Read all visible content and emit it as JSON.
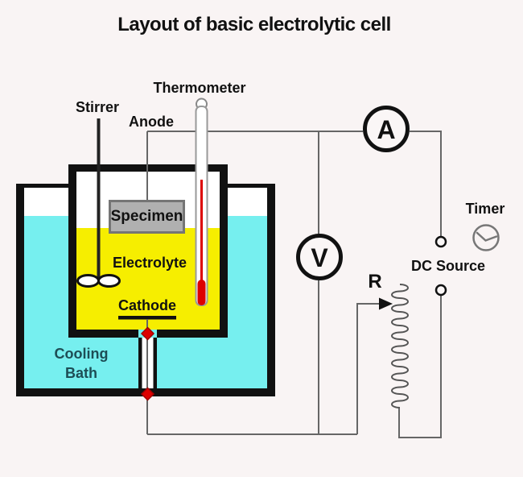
{
  "title": "Layout of basic electrolytic cell",
  "diagram": {
    "thermometer_label": "Thermometer",
    "stirrer_label": "Stirrer",
    "anode_label": "Anode",
    "specimen_label": "Specimen",
    "electrolyte_label": "Electrolyte",
    "cathode_label": "Cathode",
    "cooling_bath_label_line1": "Cooling",
    "cooling_bath_label_line2": "Bath",
    "timer_label": "Timer",
    "dc_source_label": "DC Source",
    "resistor_label": "R",
    "ammeter_label": "A",
    "voltmeter_label": "V"
  },
  "colors": {
    "background": "#f9f4f4",
    "electrolyte_yellow": "#f6ee00",
    "cooling_water_cyan": "#76efef",
    "thermometer_red": "#dd0000",
    "connector_red": "#dd0000",
    "specimen_gray": "#b0b0b0",
    "cooling_text_teal": "#1d4d55",
    "wire_gray": "#666666",
    "vessel_black": "#111111"
  }
}
